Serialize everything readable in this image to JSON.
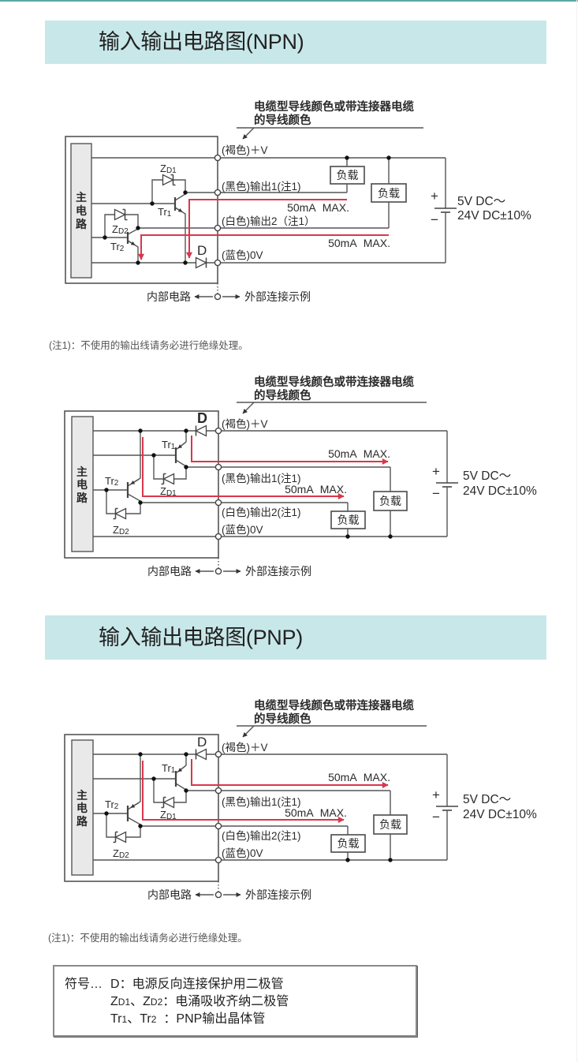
{
  "theme": {
    "accent_bar_color": "#5aa9aa",
    "header_bg_color": "#c8e7e9",
    "current_path_color": "#d9374b"
  },
  "sections": {
    "npn": {
      "title": "输入输出电路图(NPN)"
    },
    "pnp": {
      "title": "输入输出电路图(PNP)"
    }
  },
  "diagrams": [
    {
      "cable_note": [
        "电缆型导线颜色或带连接器电缆",
        "的导线颜色"
      ],
      "main_circuit": [
        "主",
        "电",
        "路"
      ],
      "terminals": {
        "plus_v": "(褐色)＋V",
        "out1": "(黑色)输出1(注1)",
        "out2": "(白色)输出2（注1）",
        "zero_v": "(蓝色)0V"
      },
      "components": {
        "diode": "D",
        "zd1": {
          "base": "Z",
          "sub": "D1"
        },
        "zd2": {
          "base": "Z",
          "sub": "D2"
        },
        "tr1": {
          "base": "Tr",
          "sub": "1"
        },
        "tr2": {
          "base": "Tr",
          "sub": "2"
        }
      },
      "loads": [
        "负载",
        "负载"
      ],
      "currents": [
        "50mA MAX.",
        "50mA MAX."
      ],
      "supply": {
        "plus": "+",
        "minus": "−",
        "line1": "5V DC～",
        "line2": "24V DC±10%"
      },
      "boundary": {
        "internal": "内部电路",
        "external": "外部连接示例"
      }
    },
    {
      "cable_note": [
        "电缆型导线颜色或带连接器电缆",
        "的导线颜色"
      ],
      "main_circuit": [
        "主",
        "电",
        "路"
      ],
      "terminals": {
        "plus_v": "(褐色)＋V",
        "out1": "(黑色)输出1(注1)",
        "out2": "(白色)输出2(注1)",
        "zero_v": "(蓝色)0V"
      },
      "components": {
        "diode": "D",
        "zd1": {
          "base": "Z",
          "sub": "D1"
        },
        "zd2": {
          "base": "Z",
          "sub": "D2"
        },
        "tr1": {
          "base": "Tr",
          "sub": "1"
        },
        "tr2": {
          "base": "Tr",
          "sub": "2"
        }
      },
      "loads": [
        "负载",
        "负载"
      ],
      "currents": [
        "50mA MAX.",
        "50mA MAX."
      ],
      "supply": {
        "plus": "+",
        "minus": "−",
        "line1": "5V DC～",
        "line2": "24V DC±10%"
      },
      "boundary": {
        "internal": "内部电路",
        "external": "外部连接示例"
      }
    },
    {
      "cable_note": [
        "电缆型导线颜色或带连接器电缆",
        "的导线颜色"
      ],
      "main_circuit": [
        "主",
        "电",
        "路"
      ],
      "terminals": {
        "plus_v": "(褐色)＋V",
        "out1": "(黑色)输出1(注1)",
        "out2": "(白色)输出2(注1)",
        "zero_v": "(蓝色)0V"
      },
      "components": {
        "diode": "D",
        "zd1": {
          "base": "Z",
          "sub": "D1"
        },
        "zd2": {
          "base": "Z",
          "sub": "D2"
        },
        "tr1": {
          "base": "Tr",
          "sub": "1"
        },
        "tr2": {
          "base": "Tr",
          "sub": "2"
        }
      },
      "loads": [
        "负载",
        "负载"
      ],
      "currents": [
        "50mA MAX.",
        "50mA MAX."
      ],
      "supply": {
        "plus": "+",
        "minus": "−",
        "line1": "5V DC～",
        "line2": "24V DC±10%"
      },
      "boundary": {
        "internal": "内部电路",
        "external": "外部连接示例"
      }
    }
  ],
  "notes": [
    "(注1)：不使用的输出线请务必进行绝缘处理。",
    "(注1)：不使用的输出线请务必进行绝缘处理。"
  ],
  "legend": {
    "prefix": "符号…",
    "rows": [
      {
        "symbols": [
          {
            "base": "D",
            "sub": ""
          }
        ],
        "separator": "",
        "desc": "：电源反向连接保护用二极管"
      },
      {
        "symbols": [
          {
            "base": "Z",
            "sub": "D1"
          },
          {
            "base": "Z",
            "sub": "D2"
          }
        ],
        "separator": "、",
        "desc": "：电涌吸收齐纳二极管"
      },
      {
        "symbols": [
          {
            "base": "Tr",
            "sub": "1"
          },
          {
            "base": "Tr",
            "sub": "2"
          }
        ],
        "separator": "、",
        "desc": "：PNP输出晶体管"
      }
    ]
  }
}
